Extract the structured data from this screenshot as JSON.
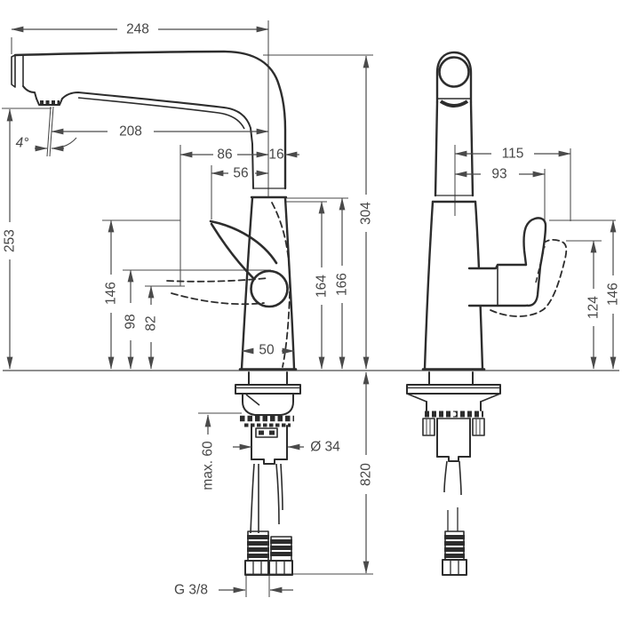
{
  "document": {
    "type": "technical dimensional drawing",
    "subject": "kitchen single-lever faucet, two projection views with installation dimensions",
    "units": "mm"
  },
  "colors": {
    "outline": "#2d2d2d",
    "dimension_lines": "#4a4a4a",
    "text": "#474747",
    "background": "#ffffff"
  },
  "views": {
    "side": "side profile with spout, select-lever and supply hoses",
    "front": "front profile with swivel spout end and lever swing positions"
  },
  "dimensions": {
    "d248": "248",
    "d208": "208",
    "angle": "4°",
    "d86": "86",
    "d16": "16",
    "d56": "56",
    "d253": "253",
    "d146_left": "146",
    "d98": "98",
    "d82": "82",
    "d164": "164",
    "d166": "166",
    "d304": "304",
    "d50": "50",
    "d115": "115",
    "d93": "93",
    "d124": "124",
    "d146_right": "146",
    "d820": "820",
    "max_mounting_depth": "max. 60",
    "shank_diameter": "Ø 34",
    "thread_size": "G 3/8"
  }
}
